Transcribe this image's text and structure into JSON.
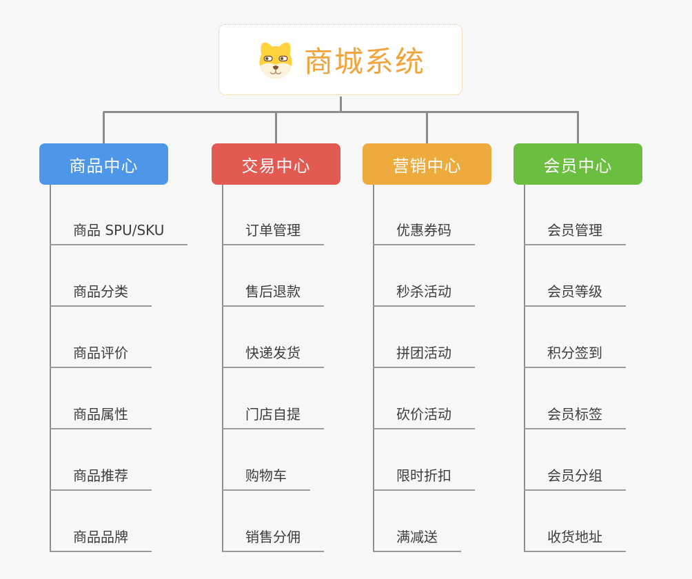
{
  "root": {
    "title": "商城系统",
    "icon": "dog-face-icon"
  },
  "columns": [
    {
      "title": "商品中心",
      "color": "#4d96e8",
      "items": [
        "商品 SPU/SKU",
        "商品分类",
        "商品评价",
        "商品属性",
        "商品推荐",
        "商品品牌"
      ]
    },
    {
      "title": "交易中心",
      "color": "#e35a52",
      "items": [
        "订单管理",
        "售后退款",
        "快递发货",
        "门店自提",
        "购物车",
        "销售分佣"
      ]
    },
    {
      "title": "营销中心",
      "color": "#edab3e",
      "items": [
        "优惠券码",
        "秒杀活动",
        "拼团活动",
        "砍价活动",
        "限时折扣",
        "满减送"
      ]
    },
    {
      "title": "会员中心",
      "color": "#6cbe40",
      "items": [
        "会员管理",
        "会员等级",
        "积分签到",
        "会员标签",
        "会员分组",
        "收货地址"
      ]
    }
  ],
  "colors": {
    "background": "#f7f7f7",
    "root_text": "#f2a43c",
    "root_border": "#f0be7a",
    "connector": "#8c8c8c",
    "leaf_text": "#3d3d3d",
    "leaf_underline": "#999999"
  }
}
